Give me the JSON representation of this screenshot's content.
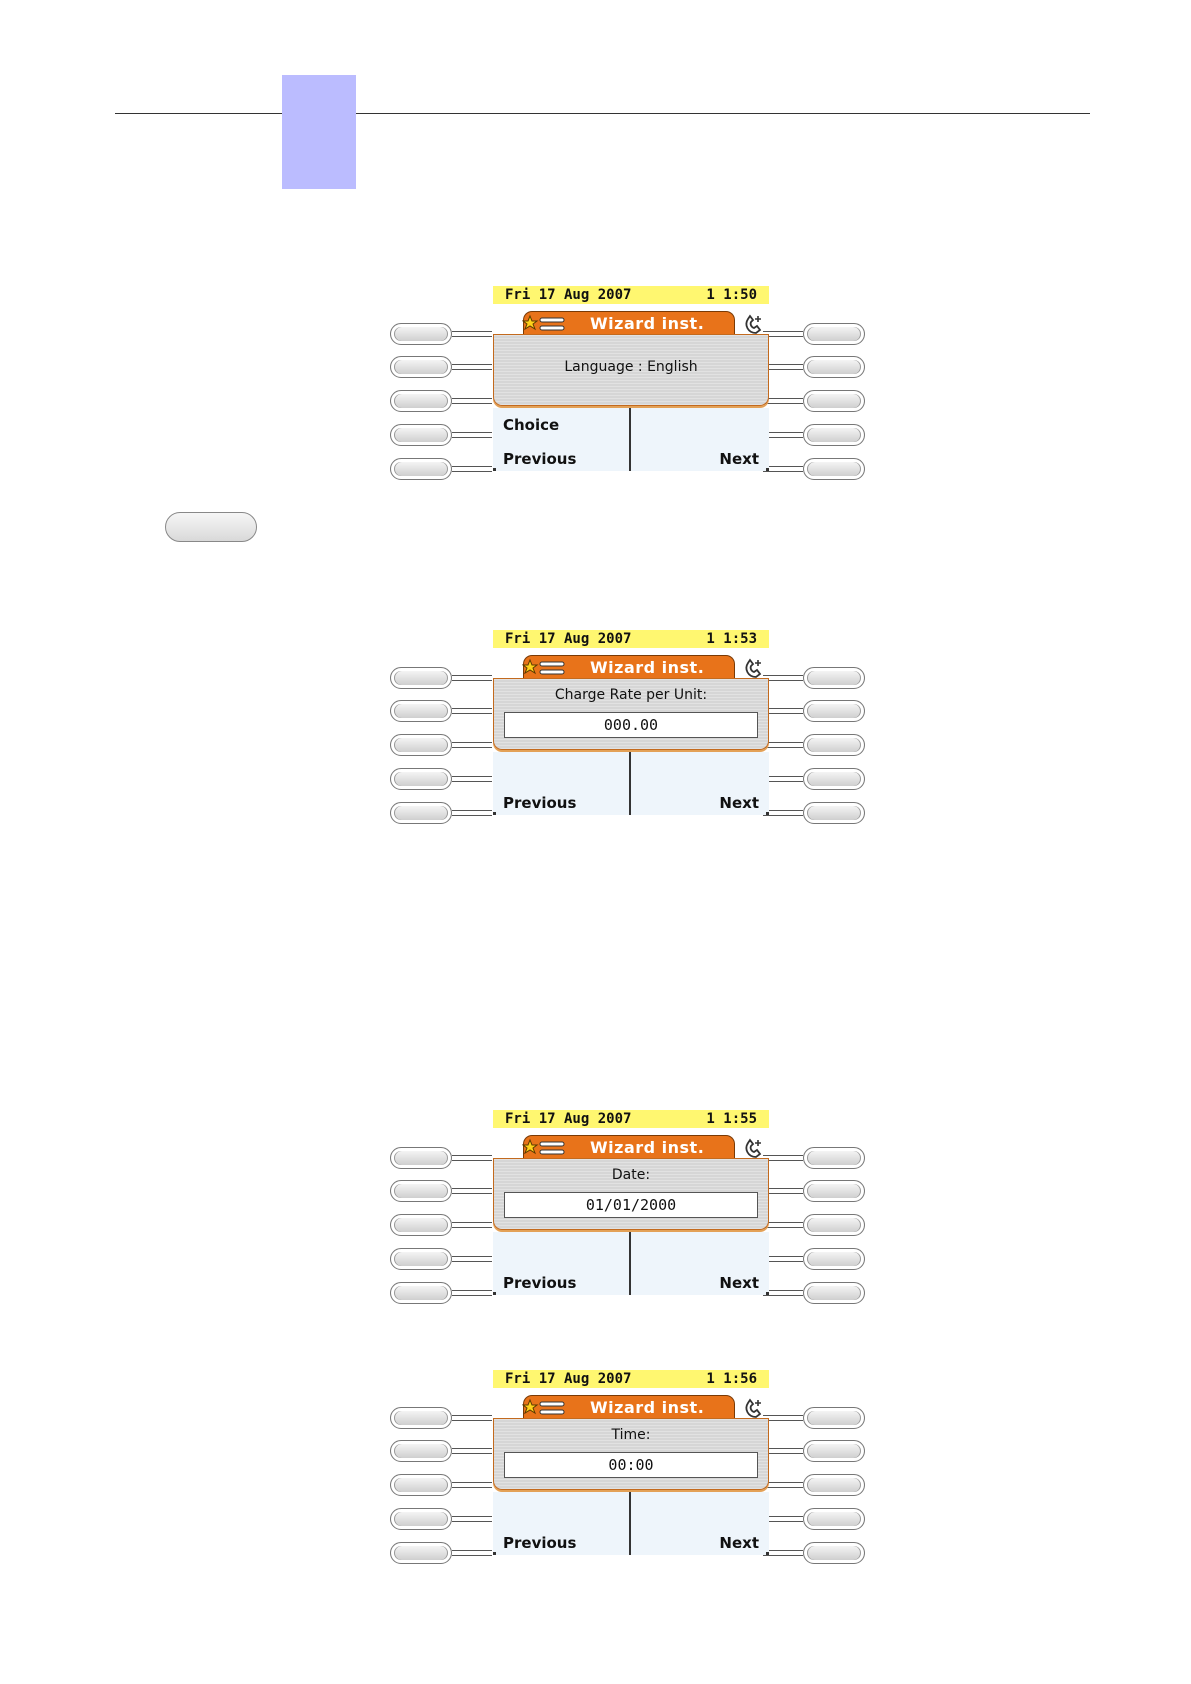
{
  "screens": [
    {
      "date": "Fri 17 Aug 2007",
      "time": "1 1:50",
      "title": "Wizard inst.",
      "caption": "Language : English",
      "field": "",
      "softkeys": {
        "choice": "Choice",
        "previous": "Previous",
        "next": "Next"
      }
    },
    {
      "date": "Fri 17 Aug 2007",
      "time": "1 1:53",
      "title": "Wizard inst.",
      "caption": "Charge Rate per Unit:",
      "field": "000.00",
      "softkeys": {
        "choice": "",
        "previous": "Previous",
        "next": "Next"
      }
    },
    {
      "date": "Fri 17 Aug 2007",
      "time": "1 1:55",
      "title": "Wizard inst.",
      "caption": "Date:",
      "field": "01/01/2000",
      "softkeys": {
        "choice": "",
        "previous": "Previous",
        "next": "Next"
      }
    },
    {
      "date": "Fri 17 Aug 2007",
      "time": "1 1:56",
      "title": "Wizard inst.",
      "caption": "Time:",
      "field": "00:00",
      "softkeys": {
        "choice": "",
        "previous": "Previous",
        "next": "Next"
      }
    }
  ]
}
